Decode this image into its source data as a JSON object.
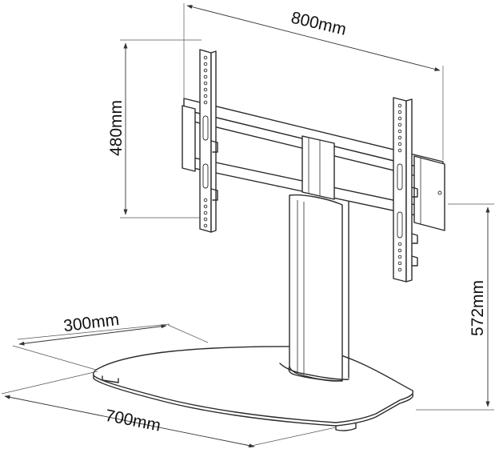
{
  "dimensions": {
    "width_top": "800mm",
    "height_plate": "480mm",
    "height_total": "572mm",
    "base_depth": "300mm",
    "base_width": "700mm"
  },
  "colors": {
    "line": "#2b2b2b",
    "background": "#ffffff"
  }
}
